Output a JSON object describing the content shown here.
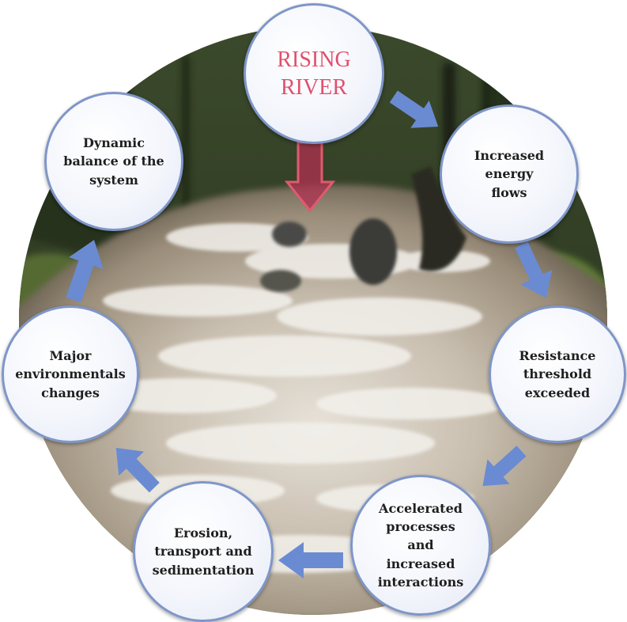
{
  "diagram": {
    "center_node": "RISING\nRIVER",
    "cycle_nodes": [
      "Increased\nenergy\nflows",
      "Resistance\nthreshold\nexceeded",
      "Accelerated\nprocesses\nand\nincreased\ninteractions",
      "Erosion,\ntransport and\nsedimentation",
      "Major\nenvironmentals\nchanges",
      "Dynamic\nbalance of the\nsystem"
    ]
  },
  "colors": {
    "arrow_fill": "#6a8bd2",
    "input_arrow_fill": "#b03050",
    "input_arrow_stroke": "#e05a6e",
    "node_border": "#7f96c8",
    "title_text": "#e0506e"
  }
}
